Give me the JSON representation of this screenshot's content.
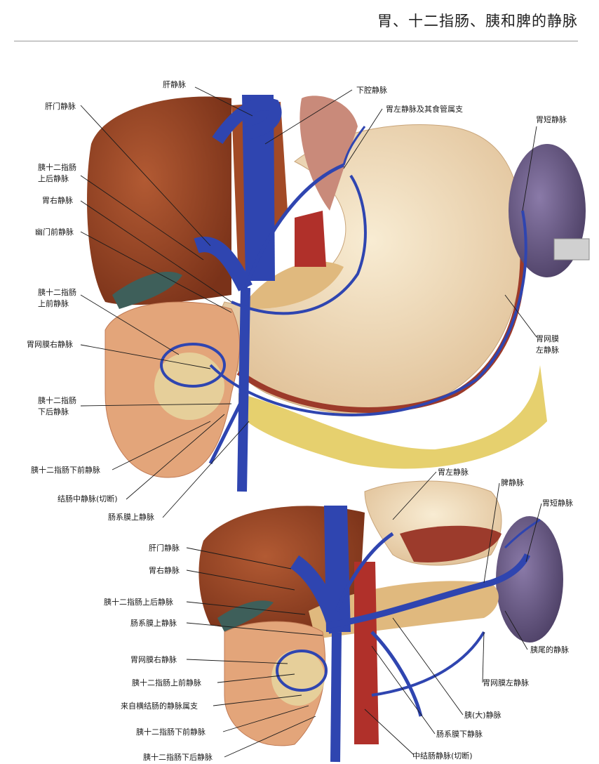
{
  "title": "胃、十二指肠、胰和脾的静脉",
  "top_labels": {
    "gan_jingmai": "肝静脉",
    "xiaqiang_jingmai": "下腔静脉",
    "weizuo_shiguan": "胃左静脉及其食管属支",
    "ganmen_jingmai": "肝门静脉",
    "weiduan_jingmai": "胃短静脉",
    "yi12_shanghou_1": "胰十二指肠",
    "yi12_shanghou_2": "上后静脉",
    "weiyou_jingmai": "胃右静脉",
    "youmenqian_jingmai": "幽门前静脉",
    "yi12_shangqian_1": "胰十二指肠",
    "yi12_shangqian_2": "上前静脉",
    "weiwangmo_you": "胃网膜右静脉",
    "weiwangmo_zuo_1": "胃网膜",
    "weiwangmo_zuo_2": "左静脉",
    "yi12_xiahou_1": "胰十二指肠",
    "yi12_xiahou_2": "下后静脉",
    "yi12_xiaqian": "胰十二指肠下前静脉",
    "jiechang_zhong": "结肠中静脉(切断)",
    "changximo_shang": "肠系膜上静脉"
  },
  "bottom_labels": {
    "weizuo": "胃左静脉",
    "pi": "脾静脉",
    "weiduan": "胃短静脉",
    "ganmen": "肝门静脉",
    "weiyou": "胃右静脉",
    "yi12_shanghou": "胰十二指肠上后静脉",
    "changximo_shang": "肠系膜上静脉",
    "yiwei": "胰尾的静脉",
    "weiwangmo_you": "胃网膜右静脉",
    "yi12_shangqian": "胰十二指肠上前静脉",
    "weiwangmo_zuo": "胃网膜左静脉",
    "hengjiechang": "来自横结肠的静脉属支",
    "yi_da": "胰(大)静脉",
    "yi12_xiaqian": "胰十二指肠下前静脉",
    "changximo_xia": "肠系膜下静脉",
    "yi12_xiahou": "胰十二指肠下后静脉",
    "zhongjiechang": "中结肠静脉(切断)"
  },
  "colors": {
    "vein_blue": "#2f45b0",
    "liver": "#9c4a2c",
    "stomach": "#f2e2c4",
    "spleen": "#5e4f78",
    "pancreas": "#e0b97e",
    "duodenum": "#e3a57a",
    "artery_red": "#b0302a"
  }
}
